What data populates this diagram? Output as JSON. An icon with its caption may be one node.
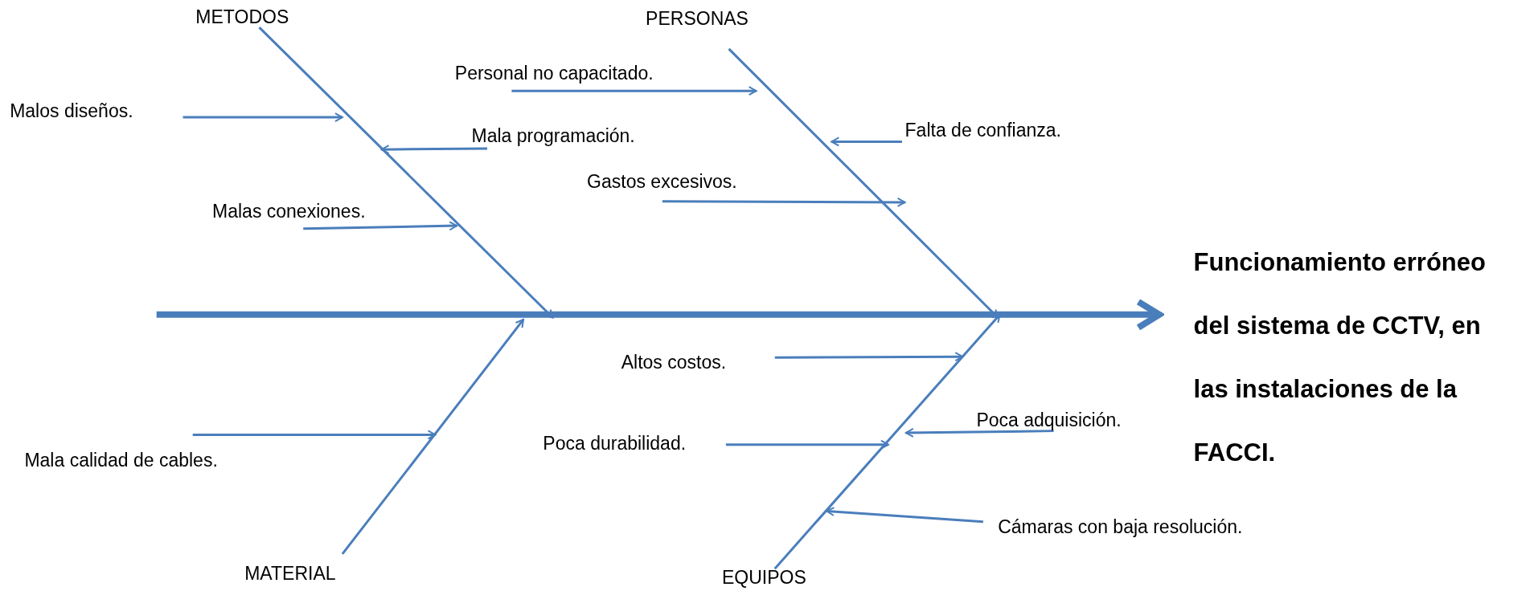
{
  "diagram": {
    "nodes": [
      {
        "text": [
          "METODOS"
        ]
      },
      {
        "text": [
          "PERSONAS"
        ]
      },
      {
        "text": [
          "Malos diseños."
        ]
      },
      {
        "text": [
          "Personal no capacitado."
        ]
      },
      {
        "text": [
          "Mala programación."
        ]
      },
      {
        "text": [
          "Falta de confianza."
        ]
      },
      {
        "text": [
          "Gastos excesivos."
        ]
      },
      {
        "text": [
          "Malas conexiones."
        ]
      },
      {
        "text": [
          "Funcionamiento erróneo del sistema de CCTV, en las instalaciones de la FACCI."
        ]
      },
      {
        "text": [
          "Altos costos."
        ]
      },
      {
        "text": [
          "Poca adquisición."
        ]
      },
      {
        "text": [
          "Poca durabilidad."
        ]
      },
      {
        "text": [
          "Mala calidad de cables."
        ]
      },
      {
        "text": [
          "Cámaras con baja resolución."
        ]
      },
      {
        "text": [
          "MATERIAL"
        ]
      },
      {
        "text": [
          "EQUIPOS"
        ]
      }
    ],
    "edges": [
      {
        "from": null,
        "to": 8,
        "arrow": "to",
        "style": "thick"
      },
      {
        "from": 0,
        "to": null,
        "arrow": "to"
      },
      {
        "from": 1,
        "to": null,
        "arrow": "to"
      },
      {
        "from": 14,
        "to": null,
        "arrow": "to"
      },
      {
        "from": 15,
        "to": null,
        "arrow": "to"
      },
      {
        "from": 2,
        "to": null,
        "arrow": "to"
      },
      {
        "from": 3,
        "to": null,
        "arrow": "to"
      },
      {
        "from": 4,
        "to": null,
        "arrow": "to"
      },
      {
        "from": 5,
        "to": null,
        "arrow": "to"
      },
      {
        "from": 6,
        "to": null,
        "arrow": "to"
      },
      {
        "from": 7,
        "to": null,
        "arrow": "to"
      },
      {
        "from": 9,
        "to": null,
        "arrow": "to"
      },
      {
        "from": 10,
        "to": null,
        "arrow": "to"
      },
      {
        "from": 11,
        "to": null,
        "arrow": "to"
      },
      {
        "from": 12,
        "to": null,
        "arrow": "to"
      },
      {
        "from": 13,
        "to": null,
        "arrow": "to"
      }
    ]
  }
}
